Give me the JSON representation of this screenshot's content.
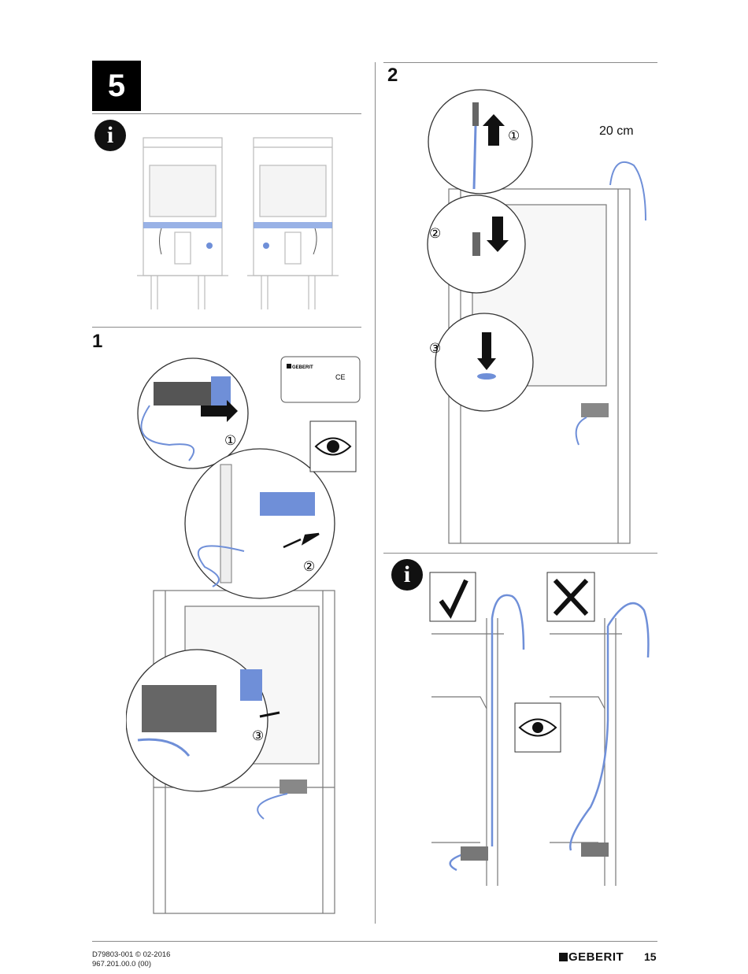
{
  "step_number": "5",
  "section1": {
    "number": "1"
  },
  "section2": {
    "number": "2",
    "dimension_label": "20 cm"
  },
  "info_icon_label": "i",
  "callouts": [
    "①",
    "②",
    "③"
  ],
  "label_card": {
    "brand": "GEBERIT"
  },
  "footer": {
    "doc_code": "D79803-001 © 02-2016",
    "part_code": "967.201.00.0 (00)",
    "brand": "GEBERIT",
    "page_number": "15"
  },
  "colors": {
    "accent_blue": "#6f8fd8",
    "frame_gray": "#d6d6d6",
    "dark": "#111111"
  },
  "icons": [
    "info-icon",
    "eye-icon",
    "checkmark-icon",
    "cross-icon",
    "arrow-right-icon",
    "arrow-up-icon",
    "arrow-down-icon"
  ]
}
